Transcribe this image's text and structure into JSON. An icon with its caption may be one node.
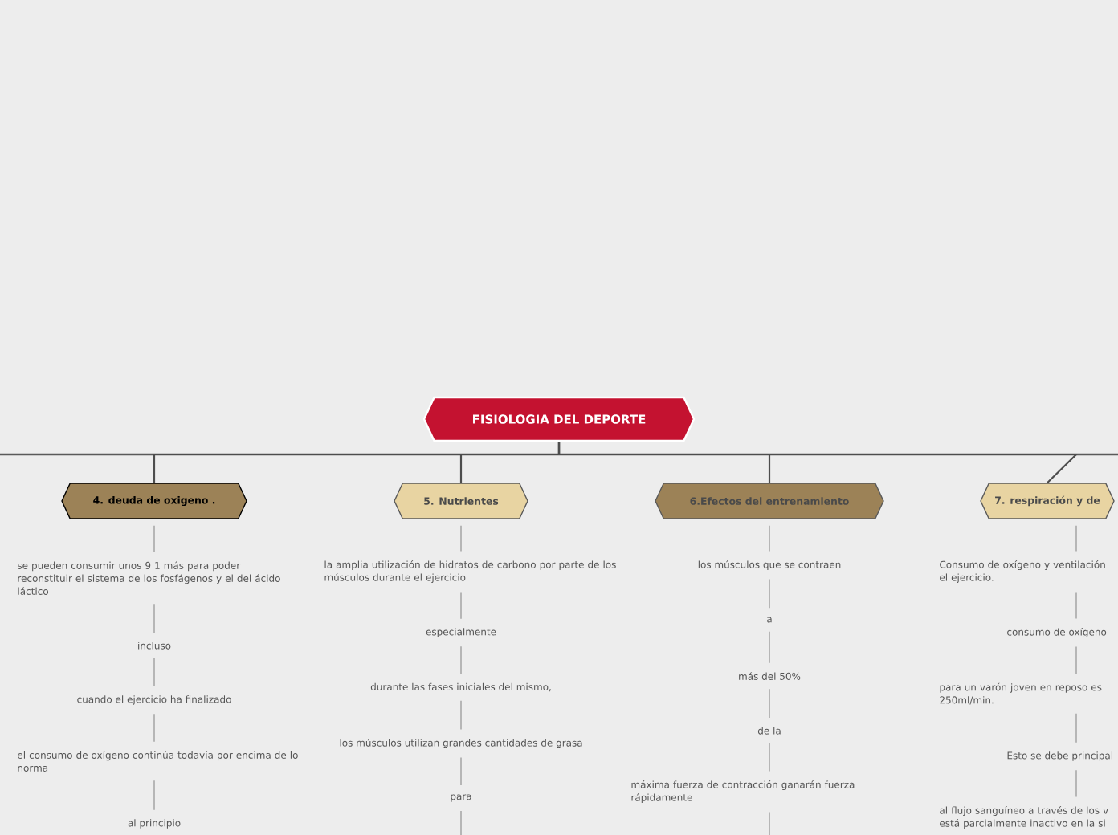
{
  "diagram": {
    "nodes": [
      {
        "text": [
          "FISIOLOGIA DEL DEPORTE"
        ]
      },
      {
        "text": [
          "4. deuda de oxigeno ."
        ]
      },
      {
        "text": [
          "se pueden consumir unos 9 1 más para poder reconstituir el sistema de los fosfágenos y el del ácido láctico"
        ]
      },
      {
        "text": [
          "incluso"
        ]
      },
      {
        "text": [
          "cuando el ejercicio ha finalizado"
        ]
      },
      {
        "text": [
          "el consumo de oxígeno continúa todavía por encima de lo norma"
        ]
      },
      {
        "text": [
          "al principio"
        ]
      },
      {
        "text": [
          "5. Nutrientes"
        ]
      },
      {
        "text": [
          "la amplia utilización de hidratos de carbono por parte de los músculos durante el ejercicio"
        ]
      },
      {
        "text": [
          "especialmente"
        ]
      },
      {
        "text": [
          "durante las fases iniciales del mismo,"
        ]
      },
      {
        "text": [
          "los músculos utilizan grandes cantidades de grasa"
        ]
      },
      {
        "text": [
          "para"
        ]
      },
      {
        "text": [
          "6.Efectos del entrenamiento"
        ]
      },
      {
        "text": [
          "los músculos que se contraen"
        ]
      },
      {
        "text": [
          "a"
        ]
      },
      {
        "text": [
          "más del 50%"
        ]
      },
      {
        "text": [
          "de la"
        ]
      },
      {
        "text": [
          "máxima fuerza de contracción ganarán fuerza rápidamente"
        ]
      },
      {
        "text": [
          "7. respiración y de"
        ]
      },
      {
        "text": [
          "Consumo de oxígeno y ventilación el ejercicio."
        ]
      },
      {
        "text": [
          "consumo de oxígeno"
        ]
      },
      {
        "text": [
          "para un varón joven en reposo es 250ml/min."
        ]
      },
      {
        "text": [
          "Esto se debe principal"
        ]
      },
      {
        "text": [
          "al flujo sanguíneo a través de los v está parcialmente inactivo en la si"
        ]
      }
    ],
    "edges": [
      {
        "from": 0,
        "to": 1,
        "arrow": "none",
        "color": "#4d4d4d"
      },
      {
        "from": 0,
        "to": 7,
        "arrow": "none",
        "color": "#4d4d4d"
      },
      {
        "from": 0,
        "to": 13,
        "arrow": "none",
        "color": "#4d4d4d"
      },
      {
        "from": 0,
        "to": 19,
        "arrow": "none",
        "color": "#4d4d4d"
      },
      {
        "from": 1,
        "to": 2,
        "arrow": "none"
      },
      {
        "from": 2,
        "to": 3,
        "arrow": "none"
      },
      {
        "from": 3,
        "to": 4,
        "arrow": "none"
      },
      {
        "from": 4,
        "to": 5,
        "arrow": "none"
      },
      {
        "from": 5,
        "to": 6,
        "arrow": "none"
      },
      {
        "from": 7,
        "to": 8,
        "arrow": "none"
      },
      {
        "from": 8,
        "to": 9,
        "arrow": "none"
      },
      {
        "from": 9,
        "to": 10,
        "arrow": "none"
      },
      {
        "from": 10,
        "to": 11,
        "arrow": "none"
      },
      {
        "from": 11,
        "to": 12,
        "arrow": "none"
      },
      {
        "from": 12,
        "to": null,
        "arrow": "none"
      },
      {
        "from": 13,
        "to": 14,
        "arrow": "none"
      },
      {
        "from": 14,
        "to": 15,
        "arrow": "none"
      },
      {
        "from": 15,
        "to": 16,
        "arrow": "none"
      },
      {
        "from": 16,
        "to": 17,
        "arrow": "none"
      },
      {
        "from": 17,
        "to": 18,
        "arrow": "none"
      },
      {
        "from": 18,
        "to": null,
        "arrow": "none"
      },
      {
        "from": 19,
        "to": 20,
        "arrow": "none"
      },
      {
        "from": 20,
        "to": 21,
        "arrow": "none"
      },
      {
        "from": 21,
        "to": 22,
        "arrow": "none"
      },
      {
        "from": 22,
        "to": 23,
        "arrow": "none"
      },
      {
        "from": 23,
        "to": 24,
        "arrow": "none"
      }
    ]
  }
}
